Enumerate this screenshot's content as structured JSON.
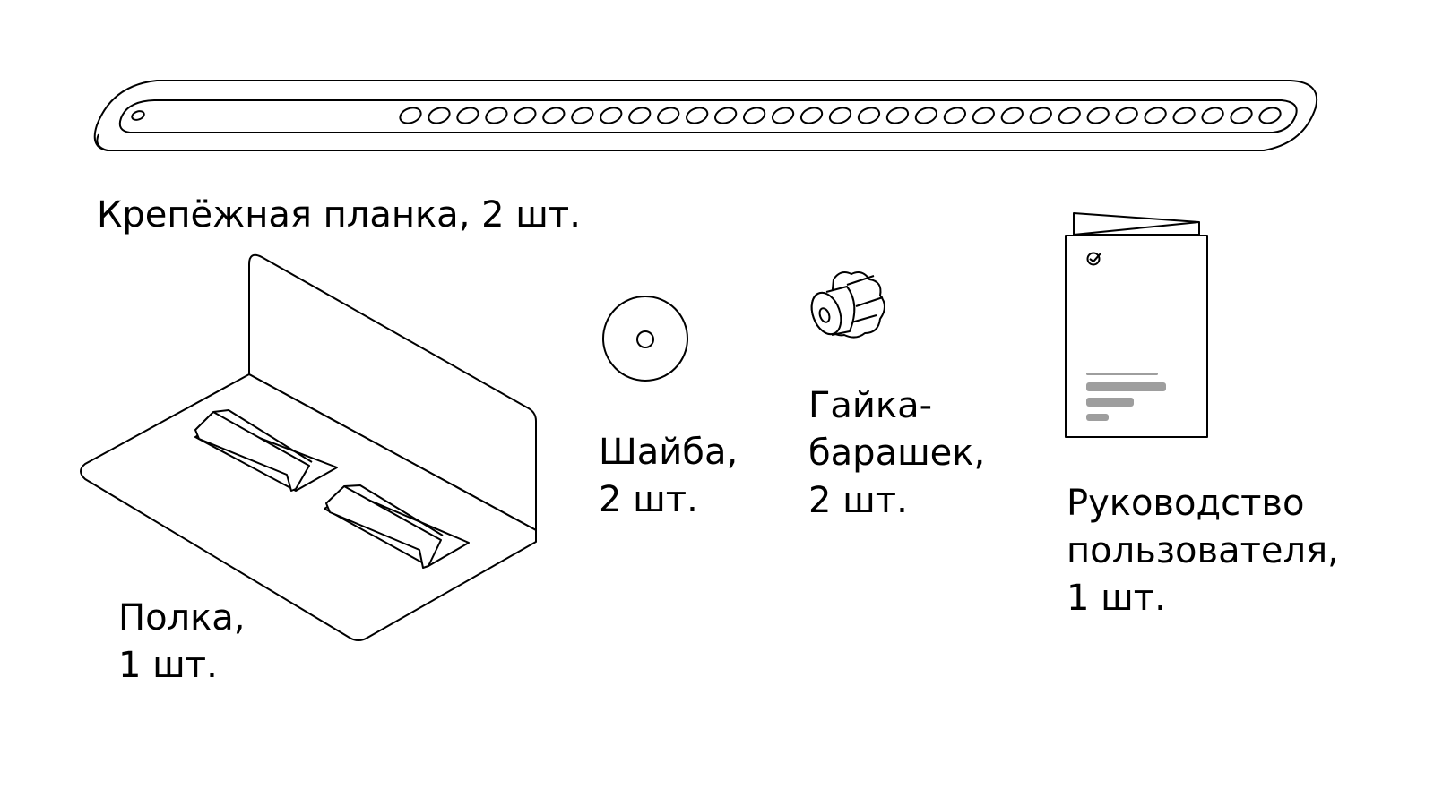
{
  "items": [
    {
      "id": "mounting-strip",
      "lines": [
        "Крепёжная планка, 2 шт."
      ],
      "holes": 31
    },
    {
      "id": "shelf",
      "lines": [
        "Полка,",
        "1 шт."
      ]
    },
    {
      "id": "washer",
      "lines": [
        "Шайба,",
        "2 шт."
      ]
    },
    {
      "id": "wing-nut",
      "lines": [
        "Гайка-",
        "барашек,",
        "2 шт."
      ]
    },
    {
      "id": "user-manual",
      "lines": [
        "Руководство",
        "пользователя,",
        "1 шт."
      ]
    }
  ],
  "colors": {
    "stroke": "#000000",
    "manual_text_bars": "#9e9e9e"
  }
}
